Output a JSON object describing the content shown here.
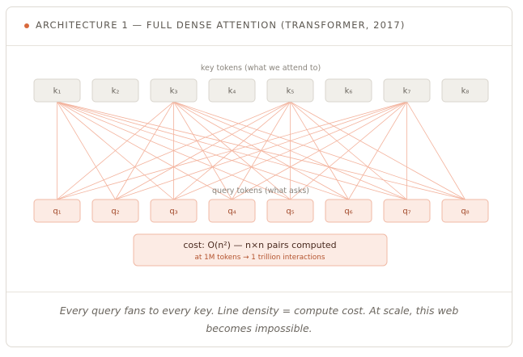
{
  "header": {
    "title": "ARCHITECTURE 1 — FULL DENSE ATTENTION (TRANSFORMER, 2017)"
  },
  "diagram": {
    "key_row_label": "key tokens (what we attend to)",
    "query_row_label": "query tokens (what asks)",
    "keys": [
      "k₁",
      "k₂",
      "k₃",
      "k₄",
      "k₅",
      "k₆",
      "k₇",
      "k₈"
    ],
    "queries": [
      "q₁",
      "q₂",
      "q₃",
      "q₄",
      "q₅",
      "q₆",
      "q₇",
      "q₈"
    ],
    "connected_keys": [
      "k₁",
      "k₃",
      "k₅",
      "k₇"
    ],
    "colors": {
      "key_fill": "#f1efea",
      "key_stroke": "#d9d5cd",
      "key_text": "#6b665f",
      "query_fill": "#fcebe4",
      "query_stroke": "#f0b9a5",
      "query_text": "#a2492a",
      "line": "#f3b29c"
    }
  },
  "cost_box": {
    "line1": "cost: O(n²) — n×n pairs computed",
    "line2": "at 1M tokens → 1 trillion interactions"
  },
  "caption": "Every query fans to every key. Line density = compute cost. At scale, this web becomes impossible."
}
